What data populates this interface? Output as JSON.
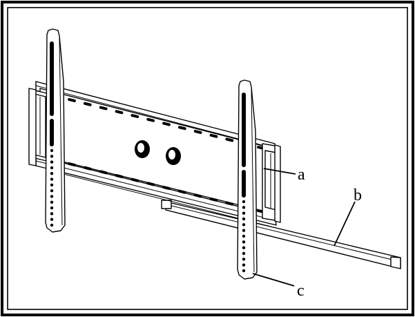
{
  "callouts": {
    "a": "a",
    "b": "b",
    "c": "c"
  },
  "colors": {
    "line": "#000000",
    "fill": "#ffffff"
  }
}
